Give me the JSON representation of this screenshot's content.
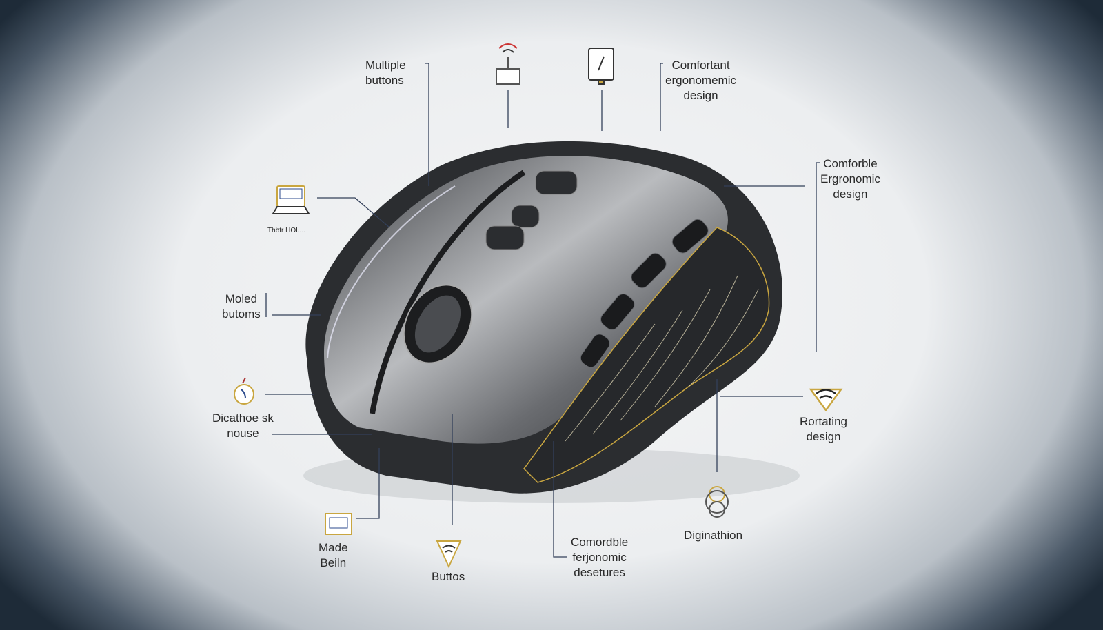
{
  "labels": {
    "multiple_buttons": [
      "Multiple",
      "buttons"
    ],
    "top_right": [
      "Comfortant",
      "ergonomemic",
      "design"
    ],
    "right": [
      "Comforble",
      "Ergronomic",
      "design"
    ],
    "laptop_caption": "Thbtr HOI....",
    "moled": [
      "Moled",
      "butoms"
    ],
    "dicathoe": [
      "Dicathoe sk",
      "nouse"
    ],
    "made": [
      "Made",
      "Beiln"
    ],
    "buttos": "Buttos",
    "bottom_center": [
      "Comordble",
      "ferjonomic",
      "desetures"
    ],
    "rotating": [
      "Rortating",
      "design"
    ],
    "digination": "Diginathion"
  },
  "icons": [
    "wifi-lock-icon",
    "monitor-icon",
    "laptop-icon",
    "apple-icon",
    "small-laptop-icon",
    "wifi-shield-icon",
    "wifi-icon",
    "knot-icon"
  ],
  "colors": {
    "mouse_body": "#2b2d30",
    "mouse_highlight": "#8d9094",
    "accent_gold": "#c9a640",
    "accent_blue": "#2b4a8c",
    "background": "#eef0f2",
    "vignette": "#1e2b38"
  }
}
